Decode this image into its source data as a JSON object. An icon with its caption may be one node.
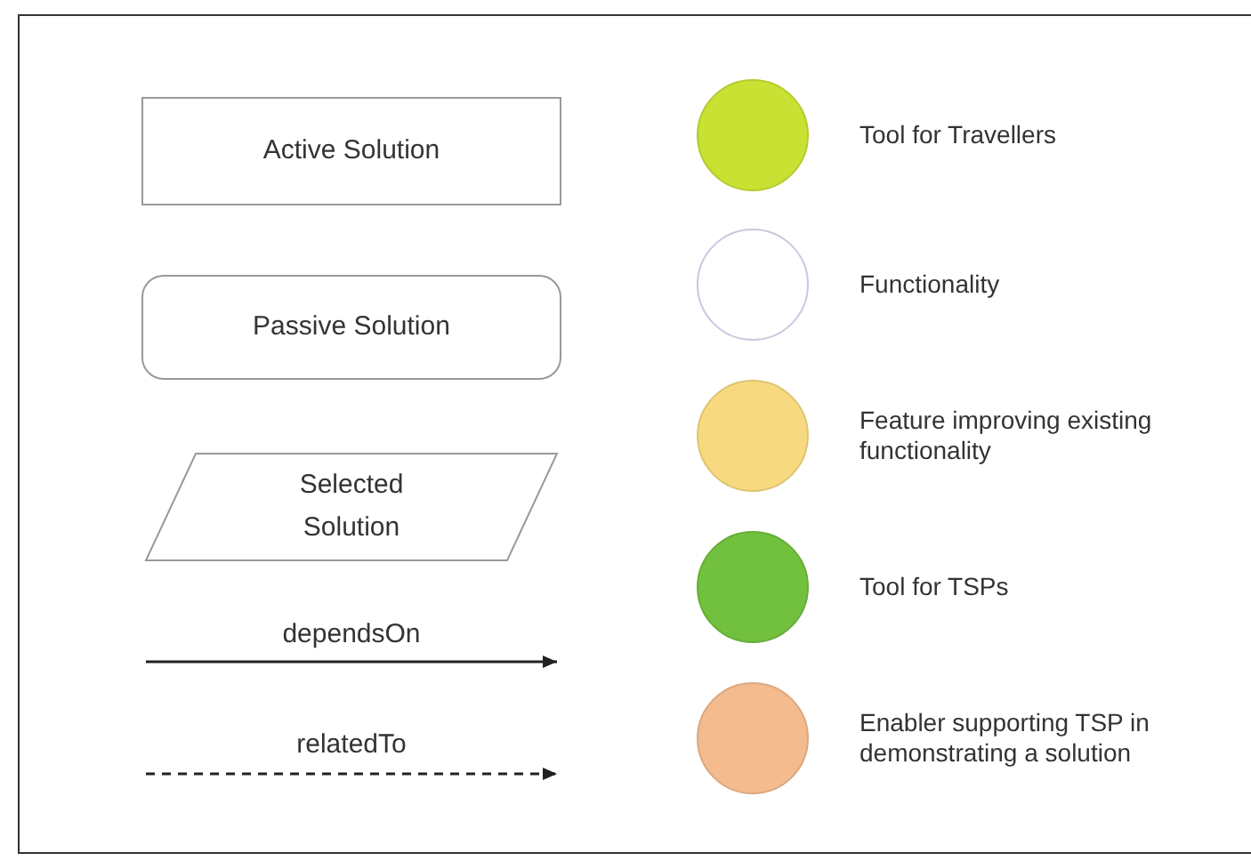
{
  "diagram": {
    "legend": [
      {
        "text": "Active Solution"
      },
      {
        "text": "Passive Solution"
      },
      {
        "text": "Selected Solution"
      },
      {
        "text": "dependsOn"
      },
      {
        "text": "relatedTo"
      },
      {
        "text": "Tool for Travellers",
        "color": "#c9e132"
      },
      {
        "text": "Functionality",
        "color": "#ffffff"
      },
      {
        "text": "Feature improving existing functionality",
        "color": "#f7d97f"
      },
      {
        "text": "Tool for TSPs",
        "color": "#72c13e"
      },
      {
        "text": "Enabler supporting TSP in demonstrating a solution",
        "color": "#f3bb8e"
      }
    ]
  }
}
